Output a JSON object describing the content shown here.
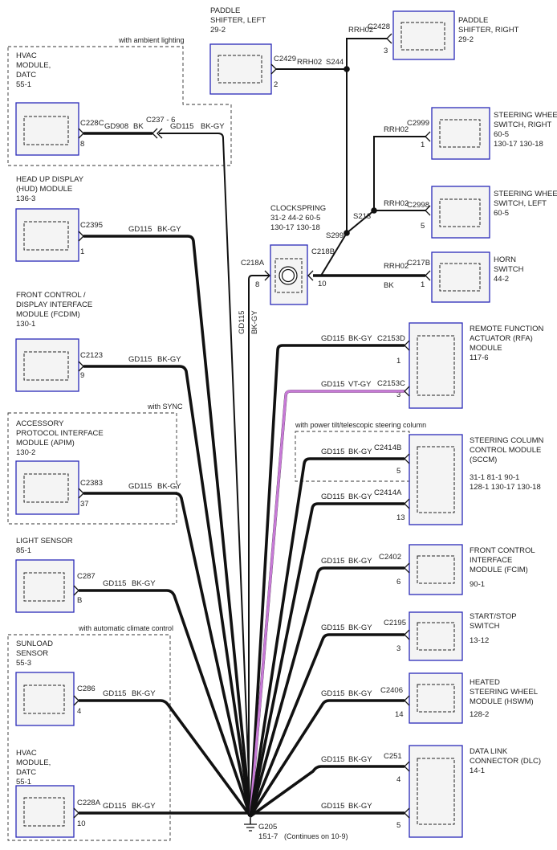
{
  "components": [
    {
      "id": "hvac-top",
      "lines": [
        "HVAC",
        "MODULE,",
        "DATC",
        "55-1"
      ],
      "connector": "C228C",
      "pin": "8"
    },
    {
      "id": "hud",
      "lines": [
        "HEAD UP DISPLAY",
        "(HUD) MODULE",
        "136-3"
      ],
      "connector": "C2395",
      "pin": "1"
    },
    {
      "id": "fcdim",
      "lines": [
        "FRONT CONTROL /",
        "DISPLAY INTERFACE",
        "MODULE (FCDIM)",
        "130-1"
      ],
      "connector": "C2123",
      "pin": "9"
    },
    {
      "id": "apim",
      "lines": [
        "ACCESSORY",
        "PROTOCOL INTERFACE",
        "MODULE (APIM)",
        "130-2"
      ],
      "connector": "C2383",
      "pin": "37"
    },
    {
      "id": "light",
      "lines": [
        "LIGHT SENSOR",
        "85-1"
      ],
      "connector": "C287",
      "pin": "B"
    },
    {
      "id": "sunload",
      "lines": [
        "SUNLOAD",
        "SENSOR",
        "55-3"
      ],
      "connector": "C286",
      "pin": "4"
    },
    {
      "id": "hvac-bot",
      "lines": [
        "HVAC",
        "MODULE,",
        "DATC",
        "55-1"
      ],
      "connector": "C228A",
      "pin": "10"
    },
    {
      "id": "paddle-left",
      "lines": [
        "PADDLE",
        "SHIFTER, LEFT",
        "29-2"
      ],
      "connector": "C2429",
      "pin": "2"
    },
    {
      "id": "paddle-right",
      "lines": [
        "PADDLE",
        "SHIFTER, RIGHT",
        "29-2"
      ],
      "connector": "C2428",
      "pin": "3"
    },
    {
      "id": "sws-right",
      "lines": [
        "STEERING WHEEL",
        "SWITCH, RIGHT",
        "60-5",
        "130-17  130-18"
      ],
      "connector": "C2999",
      "pin": "1"
    },
    {
      "id": "sws-left",
      "lines": [
        "STEERING WHEEL",
        "SWITCH, LEFT",
        "60-5"
      ],
      "connector": "C2998",
      "pin": "5"
    },
    {
      "id": "horn",
      "lines": [
        "HORN",
        "SWITCH",
        "44-2"
      ],
      "connector": "C217B",
      "pin": "1"
    },
    {
      "id": "clockspring",
      "lines": [
        "CLOCKSPRING",
        "31-2  44-2  60-5",
        "130-17  130-18"
      ],
      "connector_left": "C218A",
      "pin_left": "8",
      "connector_right": "C218B",
      "pin_right": "10"
    },
    {
      "id": "rfa",
      "lines": [
        "REMOTE FUNCTION",
        "ACTUATOR (RFA)",
        "MODULE",
        "117-6"
      ],
      "connector": "C2153D",
      "pin": "1",
      "connector2": "C2153C",
      "pin2": "3"
    },
    {
      "id": "sccm",
      "lines": [
        "STEERING COLUMN",
        "CONTROL MODULE",
        "(SCCM)",
        "31-1  81-1  90-1",
        "128-1  130-17  130-18"
      ],
      "connector": "C2414B",
      "pin": "5",
      "connector2": "C2414A",
      "pin2": "13"
    },
    {
      "id": "fcim",
      "lines": [
        "FRONT CONTROL",
        "INTERFACE",
        "MODULE (FCIM)",
        "90-1"
      ],
      "connector": "C2402",
      "pin": "6"
    },
    {
      "id": "startstop",
      "lines": [
        "START/STOP",
        "SWITCH",
        "13-12"
      ],
      "connector": "C2195",
      "pin": "3"
    },
    {
      "id": "hswm",
      "lines": [
        "HEATED",
        "STEERING WHEEL",
        "MODULE (HSWM)",
        "128-2"
      ],
      "connector": "C2406",
      "pin": "14"
    },
    {
      "id": "dlc",
      "lines": [
        "DATA LINK",
        "CONNECTOR (DLC)",
        "14-1"
      ],
      "connector": "C251",
      "pin": "4",
      "pin2": "5"
    }
  ],
  "wire_labels": {
    "gd908": "GD908",
    "bk": "BK",
    "c237": "C237 - 6",
    "gd115": "GD115",
    "bkgy": "BK-GY",
    "vtgy": "VT-GY",
    "rrh02": "RRH02"
  },
  "splices": {
    "s244": "S244",
    "s213": "S213",
    "s299": "S299"
  },
  "ground": {
    "id": "G205",
    "page": "151-7",
    "note": "(Continues on 10-9)"
  },
  "notes": {
    "ambient": "with ambient lighting",
    "sync": "with SYNC",
    "climate": "with automatic climate control",
    "power_tilt": "with power tilt/telescopic steering column"
  },
  "colors": {
    "box_border": "#2a2ab8",
    "box_fill": "#f4f4f4",
    "wire": "#111111",
    "violet": "#c77ad6"
  }
}
